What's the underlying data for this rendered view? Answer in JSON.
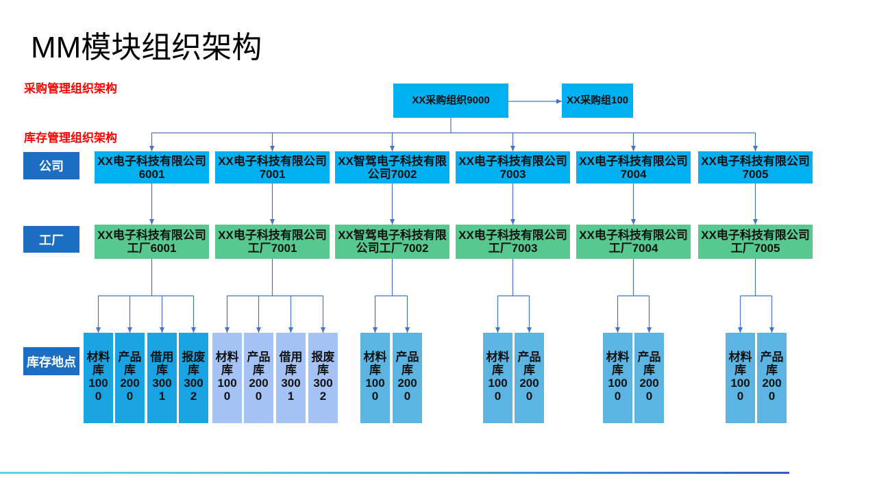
{
  "title": "MM模块组织架构",
  "section_labels": {
    "purchasing": "采购管理组织架构",
    "inventory": "库存管理组织架构"
  },
  "level_labels": {
    "company": "公司",
    "plant": "工厂",
    "storage_location": "库存地点"
  },
  "purchasing": {
    "org": "XX采购组织9000",
    "group": "XX采购组100"
  },
  "companies": [
    {
      "lines": [
        "XX电子科技有限公司",
        "6001"
      ]
    },
    {
      "lines": [
        "XX电子科技有限公司",
        "7001"
      ]
    },
    {
      "lines": [
        "XX智驾电子科技有限",
        "公司7002"
      ]
    },
    {
      "lines": [
        "XX电子科技有限公司",
        "7003"
      ]
    },
    {
      "lines": [
        "XX电子科技有限公司",
        "7004"
      ]
    },
    {
      "lines": [
        "XX电子科技有限公司",
        "7005"
      ]
    }
  ],
  "plants": [
    {
      "lines": [
        "XX电子科技有限公司",
        "工厂6001"
      ]
    },
    {
      "lines": [
        "XX电子科技有限公司",
        "工厂7001"
      ]
    },
    {
      "lines": [
        "XX智驾电子科技有限",
        "公司工厂7002"
      ]
    },
    {
      "lines": [
        "XX电子科技有限公司",
        "工厂7003"
      ]
    },
    {
      "lines": [
        "XX电子科技有限公司",
        "工厂7004"
      ]
    },
    {
      "lines": [
        "XX电子科技有限公司",
        "工厂7005"
      ]
    }
  ],
  "storage_groups": [
    {
      "color": "#1aa3e3",
      "items": [
        {
          "lines": [
            "材料",
            "库",
            "100",
            "0"
          ]
        },
        {
          "lines": [
            "产品",
            "库",
            "200",
            "0"
          ]
        },
        {
          "lines": [
            "借用",
            "库",
            "300",
            "1"
          ]
        },
        {
          "lines": [
            "报废",
            "库",
            "300",
            "2"
          ]
        }
      ]
    },
    {
      "color": "#a4c2f4",
      "items": [
        {
          "lines": [
            "材料",
            "库",
            "100",
            "0"
          ]
        },
        {
          "lines": [
            "产品",
            "库",
            "200",
            "0"
          ]
        },
        {
          "lines": [
            "借用",
            "库",
            "300",
            "1"
          ]
        },
        {
          "lines": [
            "报废",
            "库",
            "300",
            "2"
          ]
        }
      ]
    },
    {
      "color": "#5bb4e2",
      "items": [
        {
          "lines": [
            "材料",
            "库",
            "100",
            "0"
          ]
        },
        {
          "lines": [
            "产品",
            "库",
            "200",
            "0"
          ]
        }
      ]
    },
    {
      "color": "#5bb4e2",
      "items": [
        {
          "lines": [
            "材料",
            "库",
            "100",
            "0"
          ]
        },
        {
          "lines": [
            "产品",
            "库",
            "200",
            "0"
          ]
        }
      ]
    },
    {
      "color": "#5bb4e2",
      "items": [
        {
          "lines": [
            "材料",
            "库",
            "100",
            "0"
          ]
        },
        {
          "lines": [
            "产品",
            "库",
            "200",
            "0"
          ]
        }
      ]
    },
    {
      "color": "#5bb4e2",
      "items": [
        {
          "lines": [
            "材料",
            "库",
            "100",
            "0"
          ]
        },
        {
          "lines": [
            "产品",
            "库",
            "200",
            "0"
          ]
        }
      ]
    }
  ],
  "colors": {
    "section_label": "#ff0000",
    "level_label_bg": "#1b6ec2",
    "purchasing_box": "#00b0f0",
    "company_box": "#00b0f0",
    "plant_box": "#57c98f",
    "connector": "#4472c4"
  }
}
